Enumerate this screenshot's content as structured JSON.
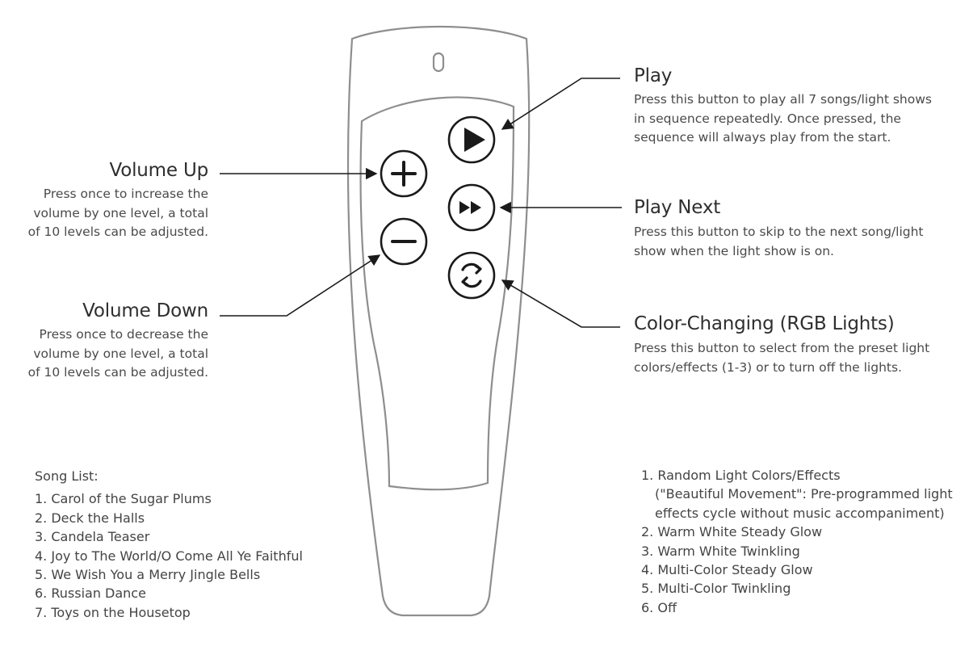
{
  "volume_up": {
    "title": "Volume Up",
    "lines": [
      "Press once to increase the",
      "volume by one level, a total",
      "of 10 levels can be adjusted."
    ]
  },
  "volume_down": {
    "title": "Volume Down",
    "lines": [
      "Press once to decrease the",
      "volume by one level, a total",
      "of 10 levels can be adjusted."
    ]
  },
  "play": {
    "title": "Play",
    "lines": [
      "Press this button to play all 7 songs/light shows",
      "in sequence repeatedly. Once pressed, the",
      "sequence will always play from the start."
    ]
  },
  "play_next": {
    "title": "Play Next",
    "lines": [
      "Press this button to skip to the next song/light",
      "show when the light show is on."
    ]
  },
  "color_changing": {
    "title": "Color-Changing (RGB Lights)",
    "lines": [
      "Press this button to select from the preset light",
      "colors/effects (1-3) or to turn off the lights."
    ]
  },
  "song_list": {
    "heading": "Song List:",
    "items": [
      "1. Carol of the Sugar Plums",
      "2. Deck the Halls",
      "3. Candela Teaser",
      "4. Joy to The World/O Come All Ye Faithful",
      "5. We Wish You a Merry Jingle Bells",
      "6. Russian Dance",
      "7. Toys on the Housetop"
    ]
  },
  "effects_list": {
    "items": [
      "1.  Random Light Colors/Effects",
      "(\"Beautiful Movement\": Pre-programmed light",
      "effects cycle without music accompaniment)",
      "2. Warm White Steady Glow",
      "3. Warm White Twinkling",
      "4. Multi-Color Steady Glow",
      "5. Multi-Color Twinkling",
      "6. Off"
    ]
  },
  "icons": {
    "play": "play-icon",
    "next": "fast-forward-icon",
    "cycle": "refresh-icon",
    "plus": "plus-icon",
    "minus": "minus-icon"
  }
}
